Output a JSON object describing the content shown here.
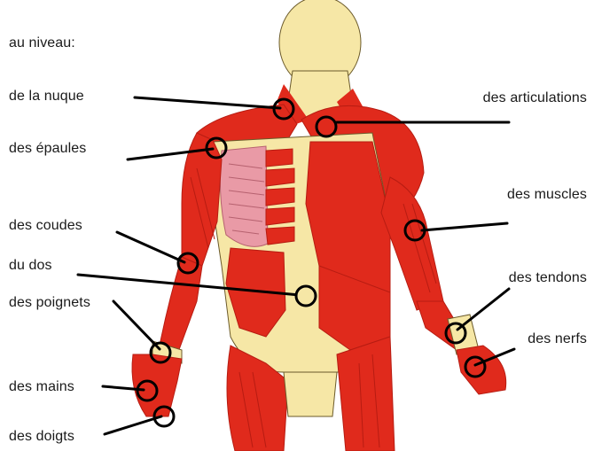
{
  "heading": "au niveau:",
  "labels": {
    "nuque": "de la nuque",
    "epaules": "des épaules",
    "coudes": "des coudes",
    "dos": "du dos",
    "poignets": "des poignets",
    "mains": "des mains",
    "doigts": "des doigts",
    "articulations": "des articulations",
    "muscles": "des muscles",
    "tendons": "des tendons",
    "nerfs": "des nerfs"
  },
  "colors": {
    "muscle": "#e02a1c",
    "muscle_dark": "#b71c12",
    "skin": "#f6e7a6",
    "lung": "#e99aa6",
    "line": "#000000",
    "marker_fill": "#f6e7a6"
  }
}
